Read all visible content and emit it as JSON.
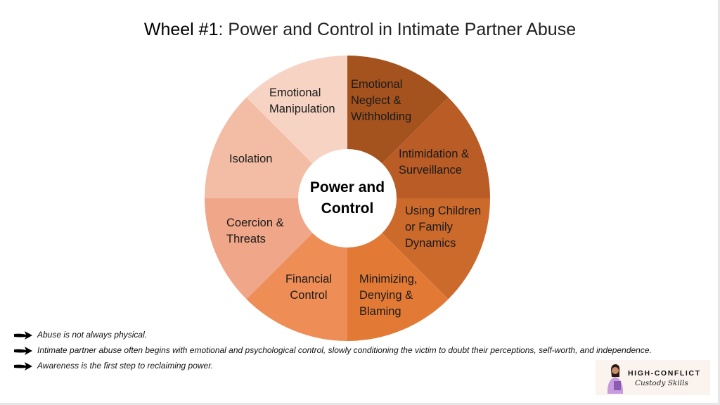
{
  "title": {
    "lead": "Wheel #1",
    "rest": ": Power and Control in Intimate Partner Abuse"
  },
  "wheel": {
    "center_lines": [
      "Power and",
      "Control"
    ],
    "segments": [
      {
        "lines": [
          "Emotional",
          "Neglect &",
          "Withholding"
        ],
        "color": "#a4531f"
      },
      {
        "lines": [
          "Intimidation &",
          "Surveillance"
        ],
        "color": "#b95c26"
      },
      {
        "lines": [
          "Using Children",
          "or Family",
          "Dynamics"
        ],
        "color": "#cc6a2c"
      },
      {
        "lines": [
          "Minimizing,",
          "Denying &",
          "Blaming"
        ],
        "color": "#e27a36"
      },
      {
        "lines": [
          "Financial",
          "Control"
        ],
        "color": "#ee8d55"
      },
      {
        "lines": [
          "Coercion &",
          "Threats"
        ],
        "color": "#f0a688"
      },
      {
        "lines": [
          "Isolation"
        ],
        "color": "#f3bda5"
      },
      {
        "lines": [
          "Emotional",
          "Manipulation"
        ],
        "color": "#f7d3c3"
      }
    ]
  },
  "bullets": [
    "Abuse is not always physical.",
    "Intimate partner abuse often begins with emotional and psychological control, slowly conditioning the victim to doubt their perceptions, self-worth, and independence.",
    "Awareness is the first step to reclaiming power."
  ],
  "logo": {
    "line1": "HIGH-CONFLICT",
    "line2": "Custody Skills"
  }
}
